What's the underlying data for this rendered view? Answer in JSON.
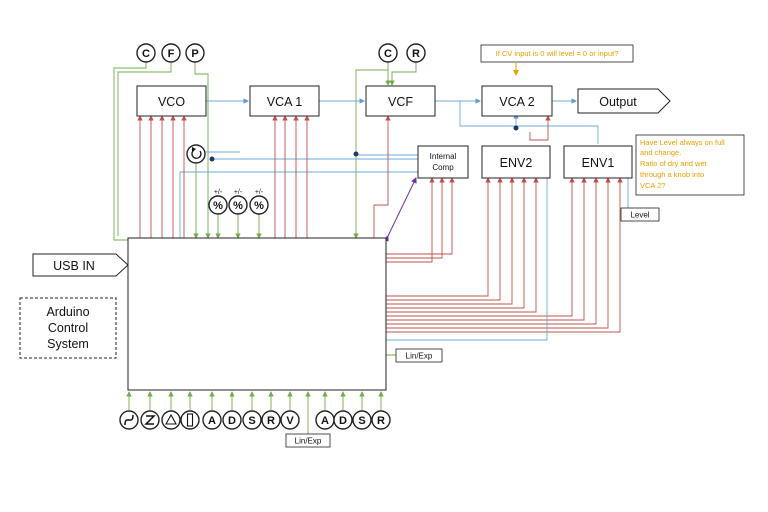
{
  "modules": {
    "vco": "VCO",
    "vca1": "VCA 1",
    "vcf": "VCF",
    "vca2": "VCA 2",
    "output": "Output",
    "internal_comp_line1": "Internal",
    "internal_comp_line2": "Comp",
    "env2": "ENV2",
    "env1": "ENV1",
    "usb_in": "USB IN",
    "arduino_line1": "Arduino",
    "arduino_line2": "Control",
    "arduino_line3": "System"
  },
  "top_knobs": {
    "c1": "C",
    "f": "F",
    "p": "P",
    "c2": "C",
    "r": "R"
  },
  "pct_knobs": {
    "plusminus": "+/-",
    "symbol": "%"
  },
  "bottom_knobs": {
    "a1": "A",
    "d1": "D",
    "s1": "S",
    "r1": "R",
    "v": "V",
    "a2": "A",
    "d2": "D",
    "s2": "S",
    "r2": "R"
  },
  "wave_icons": [
    "sine-wave-icon",
    "sawtooth-wave-icon",
    "triangle-wave-icon",
    "square-wave-icon"
  ],
  "reset_icon": "rotate-icon",
  "labels": {
    "level": "Level",
    "lin_exp_right": "Lin/Exp",
    "lin_exp_bottom": "Lin/Exp"
  },
  "notes": {
    "vca2_question": "If CV input is 0 will level = 0 or input?",
    "env1_line1": "Have Level always on full",
    "env1_line2": "and change.",
    "env1_line3": "Ratio of dry and wet",
    "env1_line4": "through a knob into",
    "env1_line5": "VCA 2?"
  },
  "colors": {
    "green": "#70ad47",
    "red": "#c0504d",
    "blue": "#6fa8d6",
    "orange": "#e6a000",
    "purple": "#7030a0"
  }
}
